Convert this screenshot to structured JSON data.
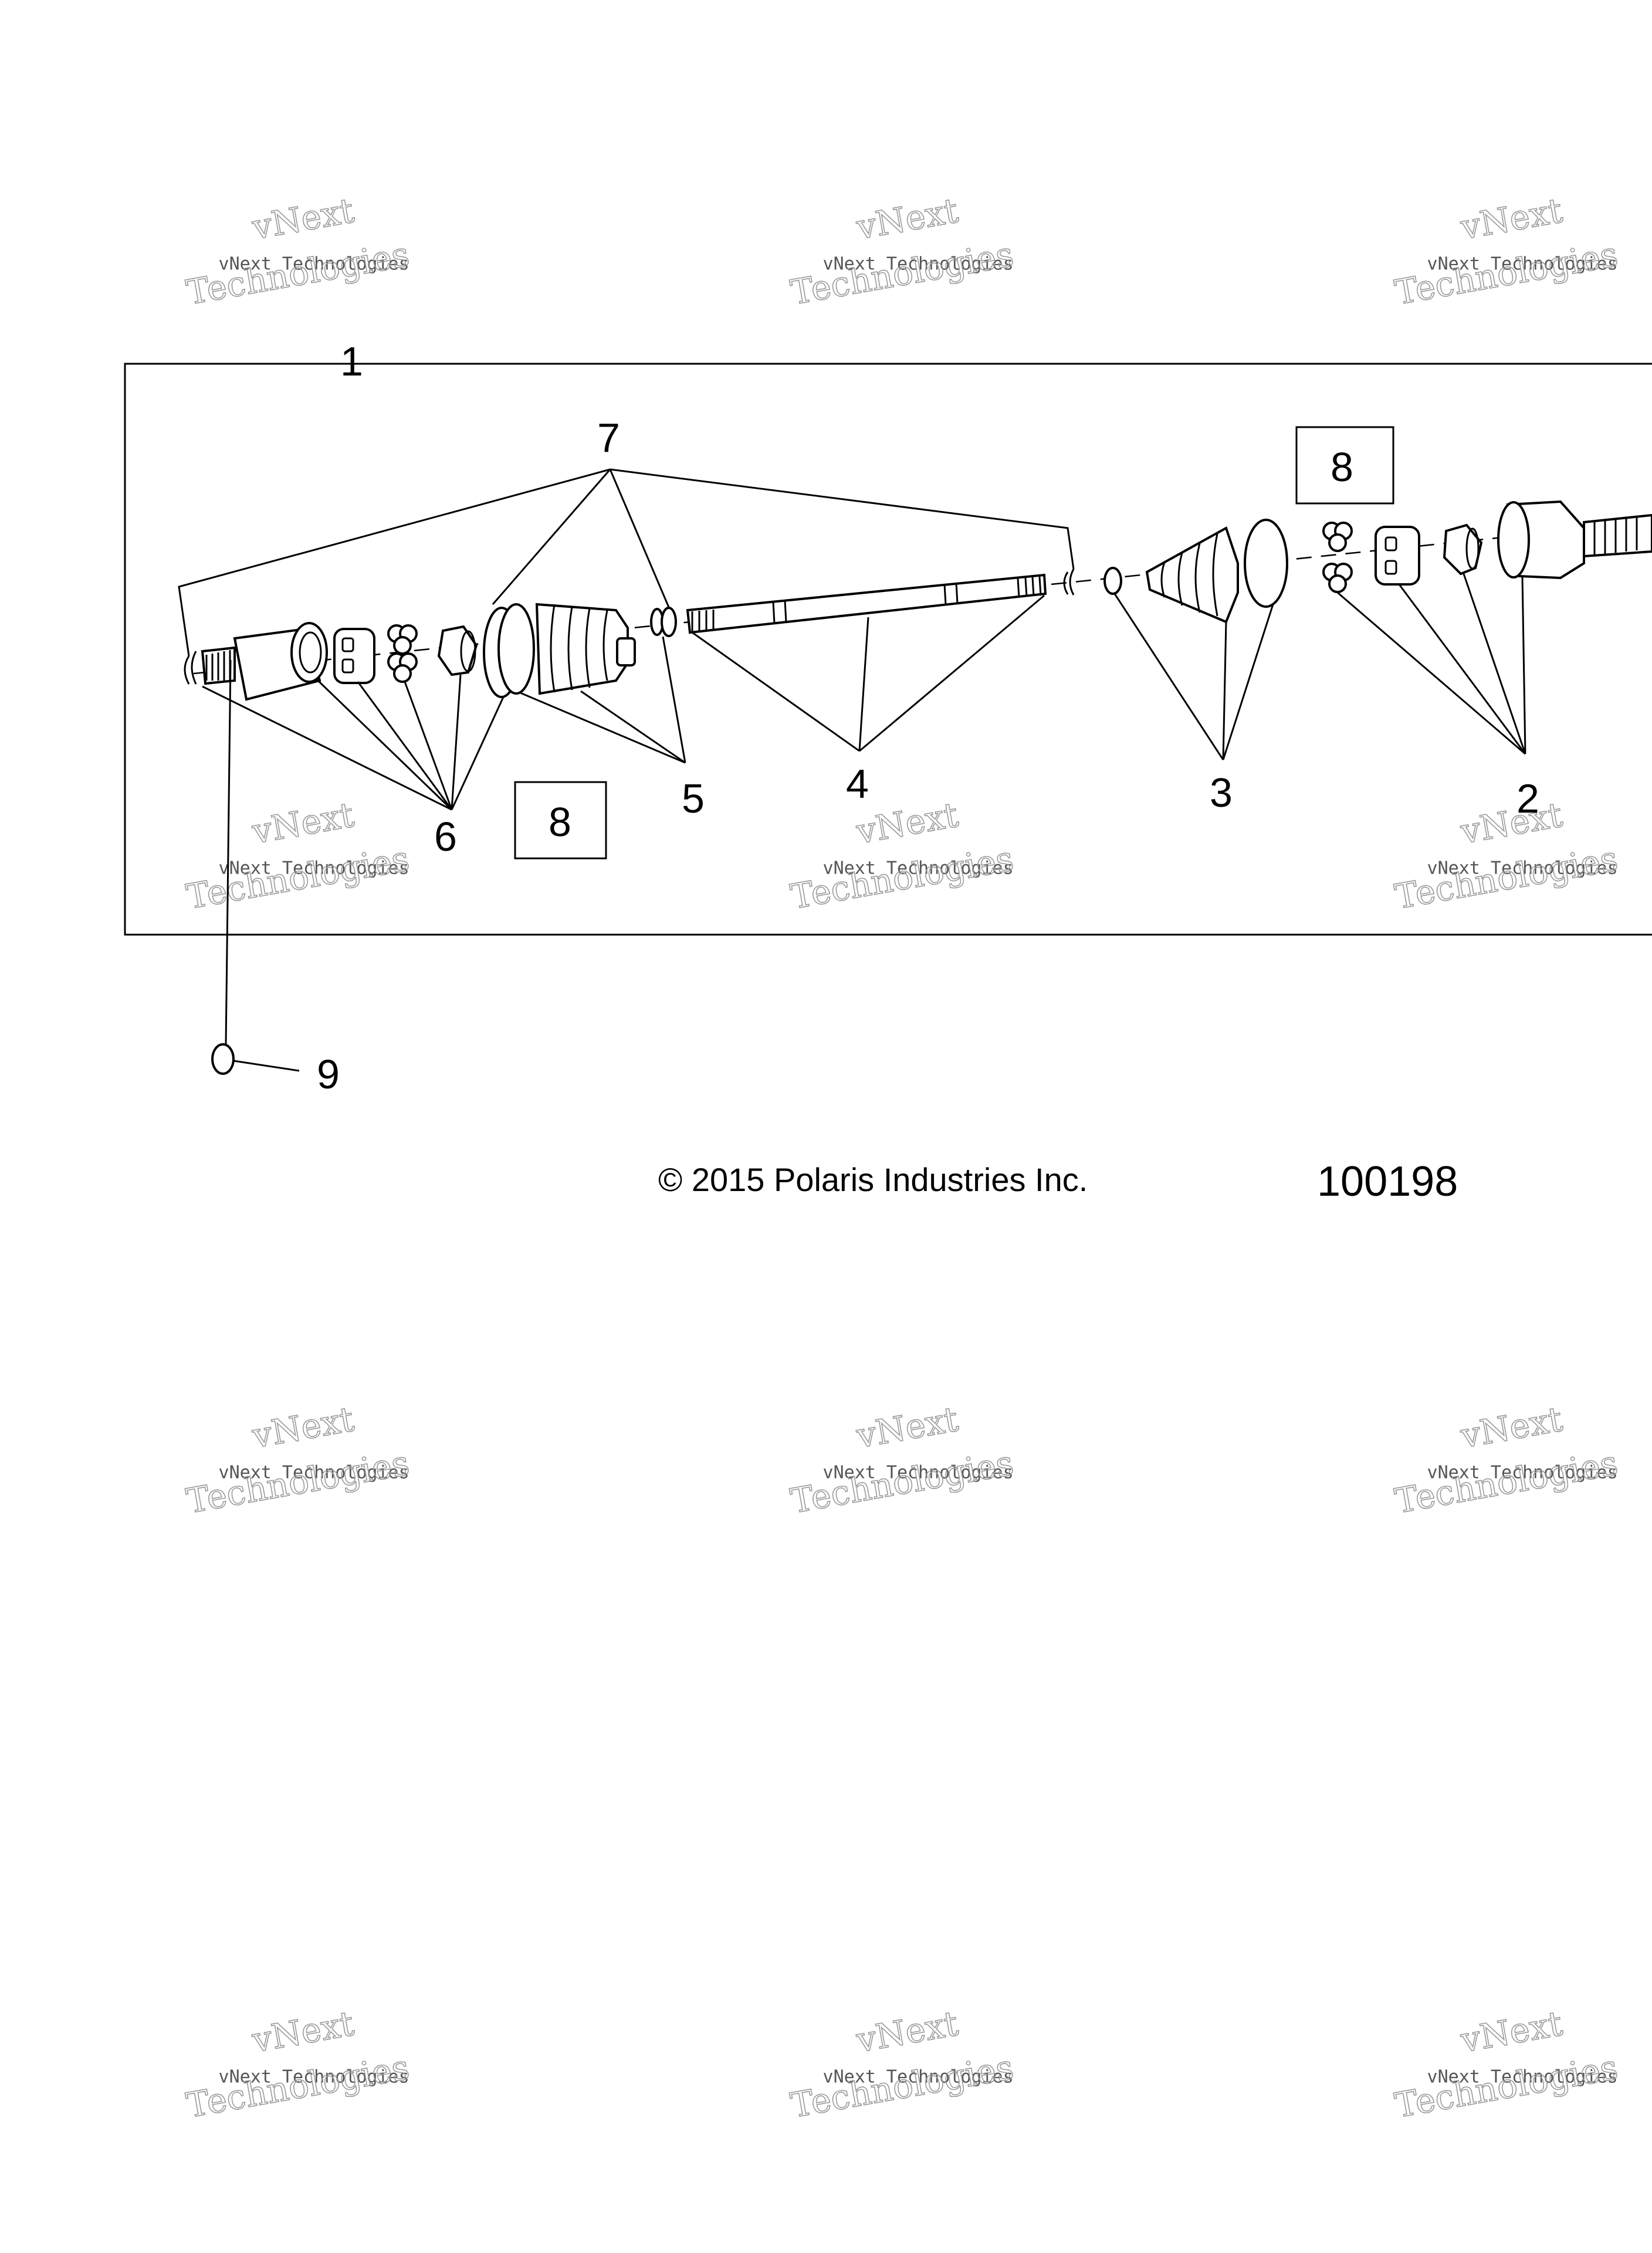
{
  "watermark": {
    "line1": "vNext",
    "line2": "vNext Technologies",
    "line3": "Technologies"
  },
  "callouts": {
    "c1": "1",
    "c2": "2",
    "c3": "3",
    "c4": "4",
    "c5": "5",
    "c6": "6",
    "c7": "7",
    "c8_top": "8",
    "c8_bottom": "8",
    "c9": "9"
  },
  "footer": {
    "copyright": "© 2015 Polaris Industries Inc.",
    "figure_number": "100198"
  }
}
